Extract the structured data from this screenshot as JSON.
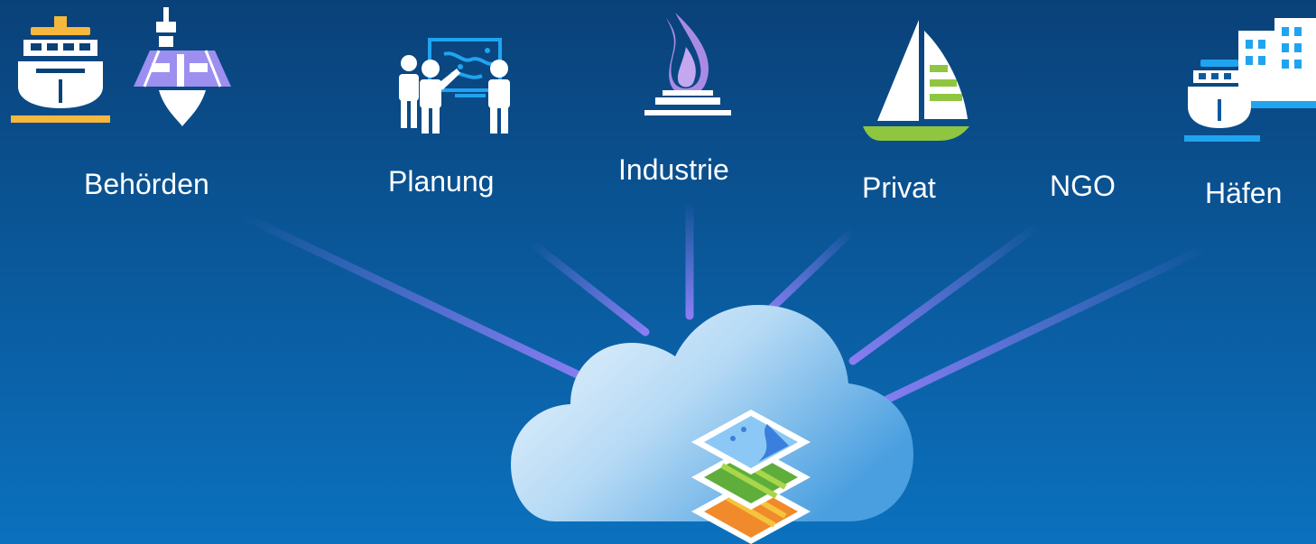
{
  "stakeholders": [
    {
      "key": "behoerden",
      "label": "Behörden",
      "icons": [
        "ship-icon",
        "offshore-platform-icon"
      ]
    },
    {
      "key": "planung",
      "label": "Planung",
      "icons": [
        "planning-team-icon"
      ]
    },
    {
      "key": "industrie",
      "label": "Industrie",
      "icons": [
        "gas-flame-icon"
      ]
    },
    {
      "key": "privat",
      "label": "Privat",
      "icons": [
        "sailboat-icon"
      ]
    },
    {
      "key": "ngo",
      "label": "NGO",
      "icons": []
    },
    {
      "key": "haefen",
      "label": "Häfen",
      "icons": [
        "port-ship-buildings-icon"
      ]
    }
  ],
  "hub": {
    "icon": "cloud-icon",
    "content_icon": "map-layers-icon"
  },
  "colors": {
    "background_top": "#0a4179",
    "background_bottom": "#0b71be",
    "connector": "#8a7df2",
    "cloud_light": "#eef6fd",
    "cloud_dark": "#4a9fe0",
    "ship_accent": "#f5b83d",
    "platform_accent": "#9c8ff0",
    "flame": "#a98be6",
    "sail_accent": "#8fc63f",
    "port_accent": "#20a4f0"
  }
}
